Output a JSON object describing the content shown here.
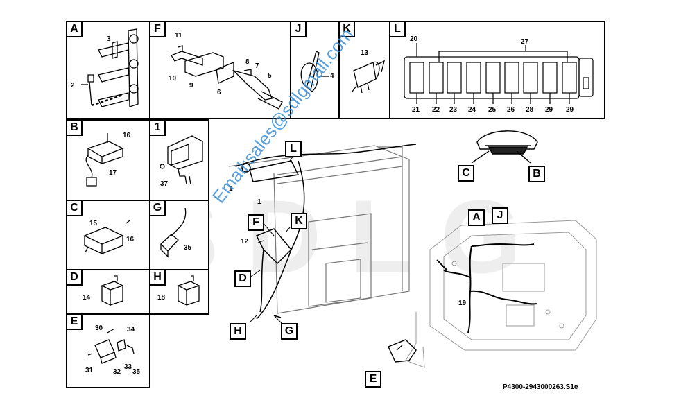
{
  "panels": {
    "A": {
      "label": "A",
      "nums": [
        "3",
        "2"
      ]
    },
    "F": {
      "label": "F",
      "nums": [
        "11",
        "10",
        "9",
        "8",
        "7",
        "6",
        "5"
      ]
    },
    "J": {
      "label": "J",
      "nums": [
        "4"
      ]
    },
    "K": {
      "label": "K",
      "nums": [
        "13"
      ]
    },
    "L": {
      "label": "L",
      "nums": [
        "20",
        "27",
        "21",
        "22",
        "23",
        "24",
        "25",
        "26",
        "28",
        "29",
        "29"
      ]
    },
    "B": {
      "label": "B",
      "nums": [
        "16",
        "17"
      ]
    },
    "one": {
      "label": "1",
      "nums": [
        "37"
      ]
    },
    "C": {
      "label": "C",
      "nums": [
        "15",
        "16"
      ]
    },
    "G": {
      "label": "G",
      "nums": [
        "35"
      ]
    },
    "D": {
      "label": "D",
      "nums": [
        "14"
      ]
    },
    "H": {
      "label": "H",
      "nums": [
        "18"
      ]
    },
    "E": {
      "label": "E",
      "nums": [
        "30",
        "34",
        "31",
        "32",
        "33",
        "35"
      ]
    }
  },
  "callouts": {
    "cab": [
      "L",
      "F",
      "K",
      "D",
      "H",
      "G"
    ],
    "cab_nums": [
      "1",
      "1",
      "12"
    ],
    "dash": [
      "C",
      "B"
    ],
    "floor": [
      "A",
      "J"
    ],
    "floor_num": "19",
    "lever": "E"
  },
  "reference": "P4300-2943000263.S1e",
  "watermark": "Email:sales@sdlgmall.com",
  "brand_watermark": "SDLG"
}
